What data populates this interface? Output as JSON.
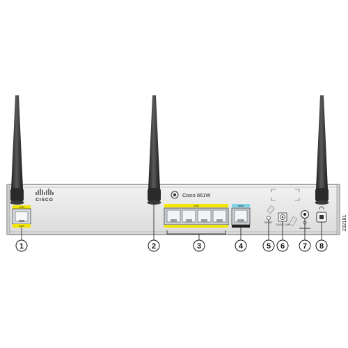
{
  "device": {
    "brand_text": "CISCO",
    "model_text": "Cisco 861W",
    "console_port_label": "CON",
    "aux_port_label": "AUX",
    "lan_label": "LAN",
    "wan_label": "WAN",
    "reset_label": "RESET",
    "power_label": "12VDC 2.5A",
    "figure_id": "232181"
  },
  "callouts": [
    {
      "number": "1"
    },
    {
      "number": "2"
    },
    {
      "number": "3"
    },
    {
      "number": "4"
    },
    {
      "number": "5"
    },
    {
      "number": "6"
    },
    {
      "number": "7"
    },
    {
      "number": "8"
    }
  ],
  "colors": {
    "chassis": "#e9e9e9",
    "chassis_edge": "#555555",
    "antenna": "#2f2f2f",
    "port_highlight": "#f2e600",
    "port_body": "#d8dde2",
    "wan_accent": "#7fd3e8"
  }
}
